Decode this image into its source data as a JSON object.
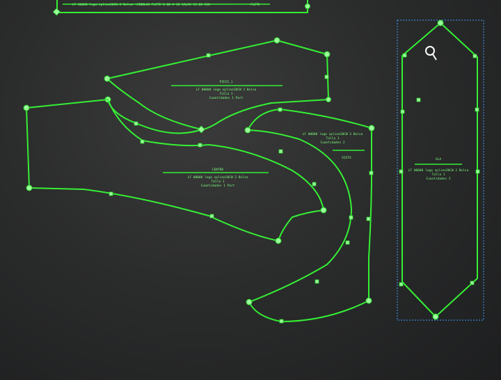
{
  "top_bar": {
    "text": "LF 00000 loga spline20CW 2 Bolsa  -CINBLAO FLETE  6.00  X  16  SALAS  12.00  X18",
    "end_label": "FLETE"
  },
  "pieces": {
    "sleeve": {
      "name": "PIECE_1",
      "line1": "LF 00000 loga spline20CW 2 Bolsa",
      "line2": "Talla 1",
      "line3": "Cuantidades 1 Part"
    },
    "front": {
      "name": "CENTRO",
      "line1": "LF 00000 loga spline20CW 2 Bolsa",
      "line2": "Talla 1",
      "line3": "Cuantidades 1 Part"
    },
    "collar": {
      "name": "LF 00000 loga spline20CW 2 Bolsa",
      "line2": "Talla 1",
      "line3": "Cuantidades 2",
      "tag": "VISTA"
    },
    "strip": {
      "name": "ALA",
      "line1": "LF 00000 loga spline20CW 2 Bolsa",
      "line2": "Talla 1",
      "line3": "Cuantidades 2"
    }
  },
  "colors": {
    "pattern_line": "#35f035",
    "selection_box": "#3aa0ff",
    "background": "#2b2c2c"
  },
  "icons": {
    "cursor": "magnifier-cursor-icon"
  }
}
